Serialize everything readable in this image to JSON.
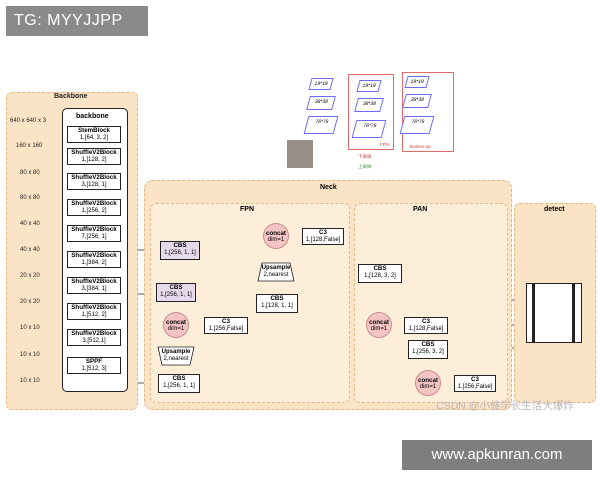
{
  "watermark_tg": "TG: MYYJJPP",
  "watermark_site": "www.apkunran.com",
  "watermark_csdn": "CSDN @小條学长生活大爆炸",
  "backbone_outer_title": "Backbone",
  "backbone_inner_title": "backbone",
  "neck_title": "Neck",
  "fpn_title": "FPN",
  "pan_title": "PAN",
  "detect_title": "detect",
  "size_labels": [
    "640 x 640 x 3",
    "160 x 160",
    "80 x 80",
    "80 x 80",
    "40 x 40",
    "40 x 40",
    "20 x 20",
    "20 x 20",
    "10 x 10",
    "10 x 10",
    "10 x 10"
  ],
  "backbone_blocks": [
    {
      "name": "StemBlock",
      "params": "1,[64, 3, 2]"
    },
    {
      "name": "ShuffleV2Block",
      "params": "1,[128, 2]"
    },
    {
      "name": "ShuffleV2Block",
      "params": "3,[128, 1]"
    },
    {
      "name": "ShuffleV2Block",
      "params": "1,[256, 2]"
    },
    {
      "name": "ShuffleV2Block",
      "params": "7,[256, 1]"
    },
    {
      "name": "ShuffleV2Block",
      "params": "1,[384, 2]"
    },
    {
      "name": "ShuffleV2Block",
      "params": "3,[384, 1]"
    },
    {
      "name": "ShuffleV2Block",
      "params": "1,[512, 2]"
    },
    {
      "name": "ShuffleV2Block",
      "params": "3,[512,1]"
    },
    {
      "name": "SPPF",
      "params": "1,[512, 3]"
    }
  ],
  "fpn": {
    "cbs_top": {
      "name": "CBS",
      "params": "1,[256, 1, 1]"
    },
    "cbs_mid": {
      "name": "CBS",
      "params": "1,[256, 1, 1]"
    },
    "cbs_low": {
      "name": "CBS",
      "params": "1,[256, 1, 1]"
    },
    "cbs_center": {
      "name": "CBS",
      "params": "1,[128, 1, 1]"
    },
    "concat_top": {
      "name": "concat",
      "params": "dim=1"
    },
    "concat_mid": {
      "name": "concat",
      "params": "dim=1"
    },
    "c3_top": {
      "name": "C3",
      "params": "1,[128,False]"
    },
    "c3_mid": {
      "name": "C3",
      "params": "1,[256,False]"
    },
    "upsample_top": {
      "name": "Upsample",
      "params": "2,nearest"
    },
    "upsample_low": {
      "name": "Upsample",
      "params": "2,nearest"
    }
  },
  "pan": {
    "cbs_top": {
      "name": "CBS",
      "params": "1,[128, 3, 2]"
    },
    "cbs_low": {
      "name": "CBS",
      "params": "1,[256, 3, 2]"
    },
    "concat_mid": {
      "name": "concat",
      "params": "dim=1"
    },
    "concat_low": {
      "name": "concat",
      "params": "dim=1"
    },
    "c3_mid": {
      "name": "C3",
      "params": "1,[128,False]"
    },
    "c3_low": {
      "name": "C3",
      "params": "1,[256,False]"
    }
  },
  "inset": {
    "left_labels": [
      "19*19",
      "38*38",
      "76*76"
    ],
    "mid_labels": [
      "19*19",
      "38*38",
      "76*76"
    ],
    "right_labels": [
      "19*19",
      "38*38",
      "76*76"
    ],
    "fpn_caption": "FPN",
    "bottom_up_caption": "Bottom-up",
    "legend_down": "下采样",
    "legend_up": "上采样"
  }
}
